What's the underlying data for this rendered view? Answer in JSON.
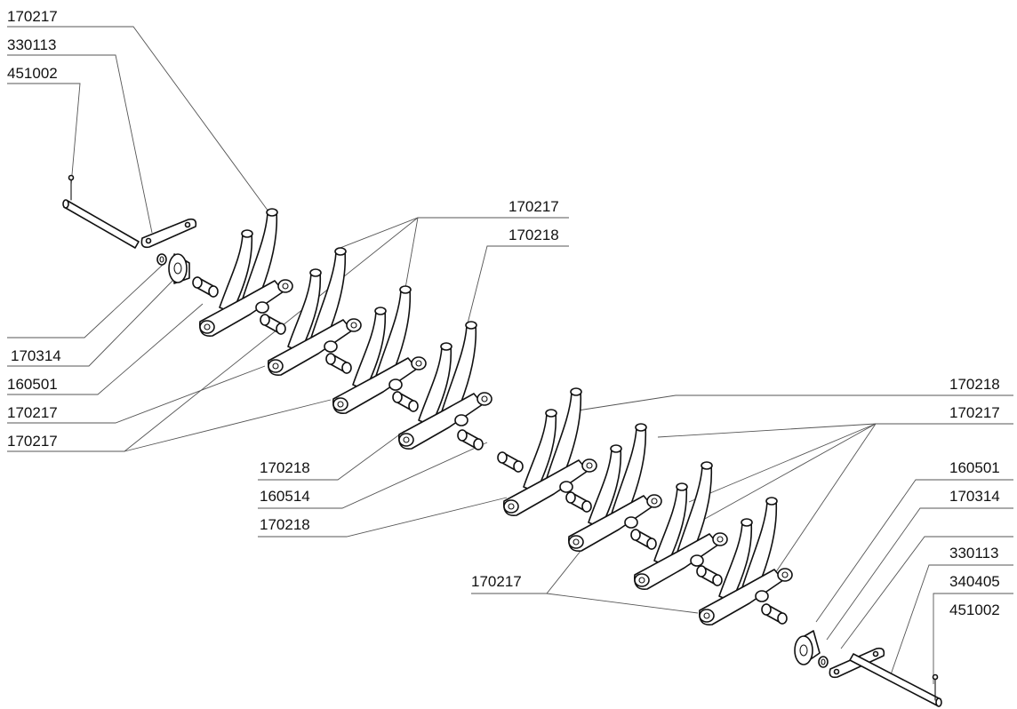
{
  "labels_left": [
    "170217",
    "330113",
    "451002",
    "170314",
    "160501",
    "170217",
    "170217"
  ],
  "labels_mid": [
    "170217",
    "170218",
    "170218",
    "160514",
    "170218"
  ],
  "labels_right": [
    "170218",
    "170217",
    "160501",
    "170314",
    "330113",
    "340405",
    "451002",
    "170217"
  ]
}
